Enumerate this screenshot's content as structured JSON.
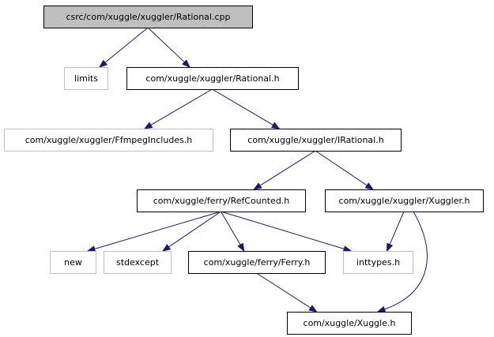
{
  "nodes": [
    {
      "id": "rational_cpp",
      "label": "csrc/com/xuggle/xuggler/Rational.cpp",
      "kind": "root"
    },
    {
      "id": "limits",
      "label": "limits",
      "kind": "system"
    },
    {
      "id": "rational_h",
      "label": "com/xuggle/xuggler/Rational.h",
      "kind": "header"
    },
    {
      "id": "ffmpeg_includes_h",
      "label": "com/xuggle/xuggler/FfmpegIncludes.h",
      "kind": "system"
    },
    {
      "id": "irational_h",
      "label": "com/xuggle/xuggler/IRational.h",
      "kind": "header"
    },
    {
      "id": "refcounted_h",
      "label": "com/xuggle/ferry/RefCounted.h",
      "kind": "header"
    },
    {
      "id": "xuggler_h",
      "label": "com/xuggle/xuggler/Xuggler.h",
      "kind": "header"
    },
    {
      "id": "new",
      "label": "new",
      "kind": "system"
    },
    {
      "id": "stdexcept",
      "label": "stdexcept",
      "kind": "system"
    },
    {
      "id": "ferry_h",
      "label": "com/xuggle/ferry/Ferry.h",
      "kind": "header"
    },
    {
      "id": "inttypes_h",
      "label": "inttypes.h",
      "kind": "system"
    },
    {
      "id": "xuggle_h",
      "label": "com/xuggle/Xuggle.h",
      "kind": "header"
    }
  ],
  "edges": [
    {
      "from": "rational_cpp",
      "to": "limits"
    },
    {
      "from": "rational_cpp",
      "to": "rational_h"
    },
    {
      "from": "rational_h",
      "to": "ffmpeg_includes_h"
    },
    {
      "from": "rational_h",
      "to": "irational_h"
    },
    {
      "from": "irational_h",
      "to": "refcounted_h"
    },
    {
      "from": "irational_h",
      "to": "xuggler_h"
    },
    {
      "from": "refcounted_h",
      "to": "new"
    },
    {
      "from": "refcounted_h",
      "to": "stdexcept"
    },
    {
      "from": "refcounted_h",
      "to": "ferry_h"
    },
    {
      "from": "refcounted_h",
      "to": "inttypes_h"
    },
    {
      "from": "xuggler_h",
      "to": "inttypes_h"
    },
    {
      "from": "xuggler_h",
      "to": "xuggle_h"
    },
    {
      "from": "ferry_h",
      "to": "xuggle_h"
    }
  ],
  "colors": {
    "root_fill": "#bfbfbf",
    "root_stroke": "#000000",
    "header_fill": "#ffffff",
    "header_stroke": "#000000",
    "system_fill": "#ffffff",
    "system_stroke": "#bfbfbf",
    "edge": "#191970",
    "text": "#000000"
  }
}
